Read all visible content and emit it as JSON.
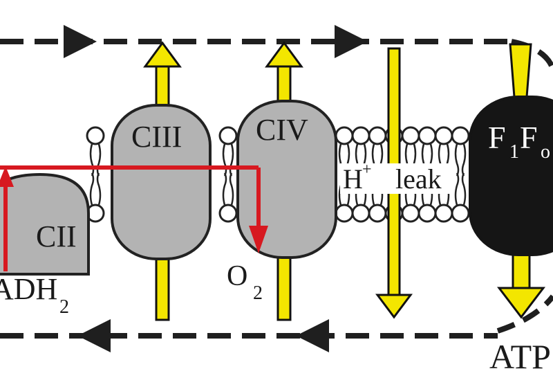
{
  "colors": {
    "complex_fill": "#b3b3b3",
    "complex_stroke": "#222222",
    "synthase_fill": "#151515",
    "proton_arrow": "#f3e600",
    "electron_path": "#d71920",
    "dashed_flow": "#1f1f1f",
    "lipid": "#222222"
  },
  "labels": {
    "cii": "CII",
    "ciii": "CIII",
    "civ": "CIV",
    "synthase_f": "F",
    "synthase_sub_1": "1",
    "synthase_fo": "F",
    "synthase_sub_o": "o",
    "leak_h": "H",
    "leak_plus": "+",
    "leak_word": "leak",
    "o2_main": "O",
    "o2_sub": "2",
    "fadh2_main": "ADH",
    "fadh2_sub": "2",
    "atp": "ATP"
  }
}
